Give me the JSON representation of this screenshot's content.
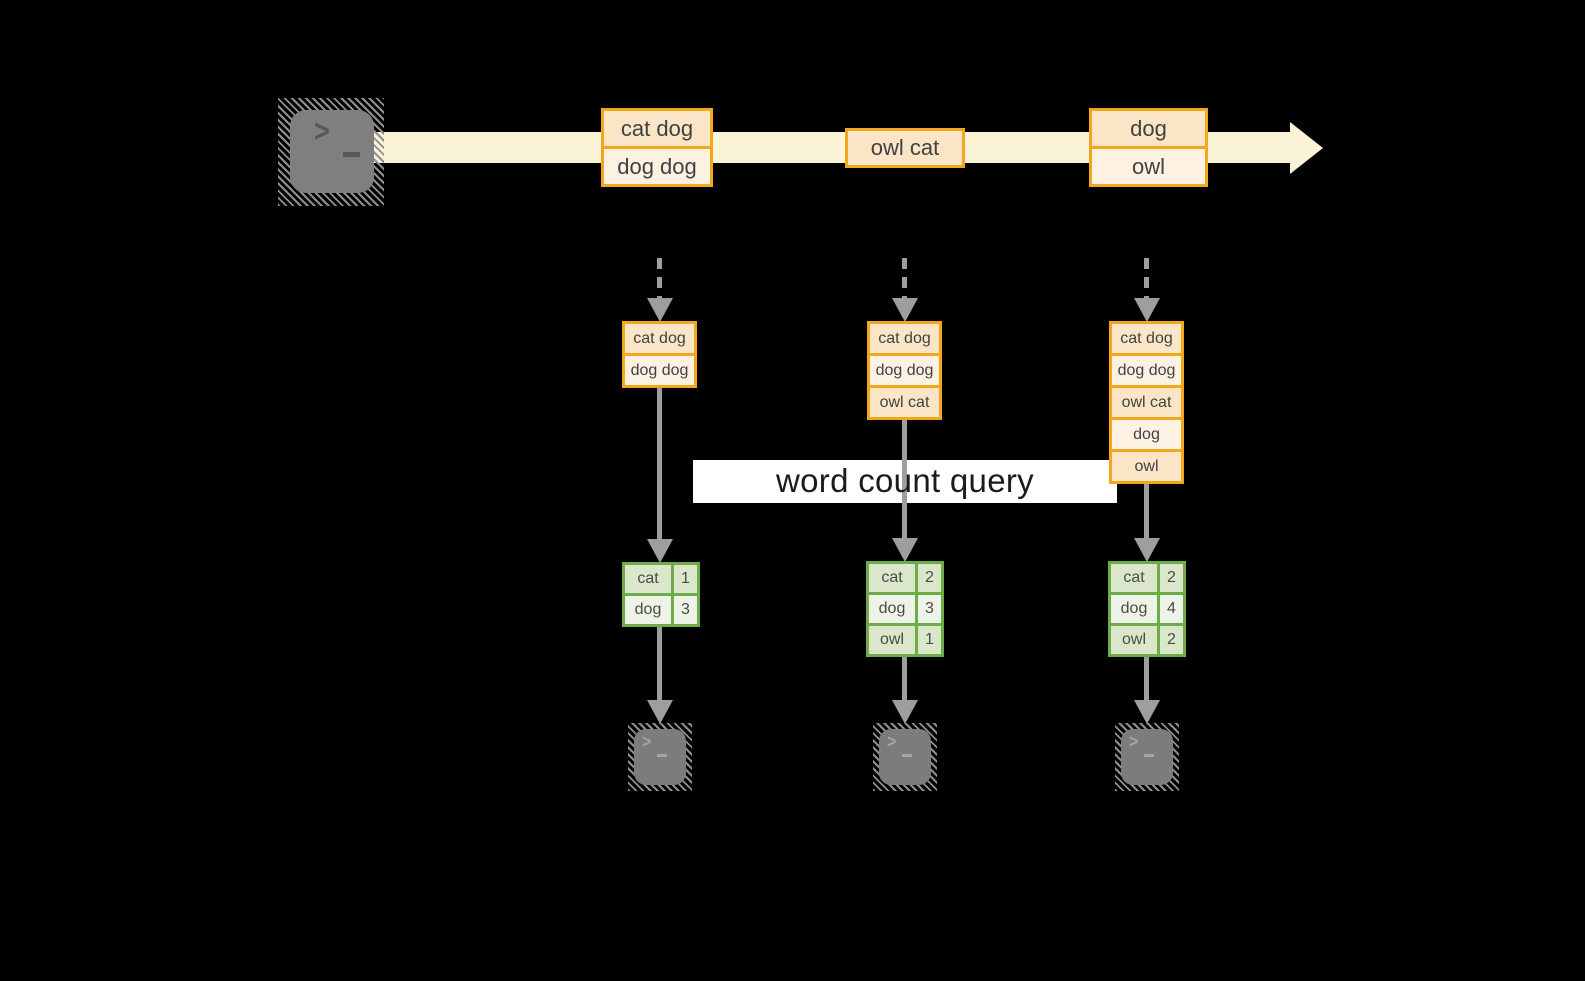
{
  "diagram_label": {
    "text": "word count query"
  },
  "terminal_glyph": ">",
  "timeline": {
    "events": [
      {
        "cells": [
          "cat dog",
          "dog dog"
        ]
      },
      {
        "cells": [
          "owl cat"
        ]
      },
      {
        "cells": [
          "dog",
          "owl"
        ]
      }
    ]
  },
  "columns": [
    {
      "buffer": [
        "cat dog",
        "dog dog"
      ],
      "counts": [
        {
          "word": "cat",
          "count": "1"
        },
        {
          "word": "dog",
          "count": "3"
        }
      ]
    },
    {
      "buffer": [
        "cat dog",
        "dog dog",
        "owl cat"
      ],
      "counts": [
        {
          "word": "cat",
          "count": "2"
        },
        {
          "word": "dog",
          "count": "3"
        },
        {
          "word": "owl",
          "count": "1"
        }
      ]
    },
    {
      "buffer": [
        "cat dog",
        "dog dog",
        "owl cat",
        "dog",
        "owl"
      ],
      "counts": [
        {
          "word": "cat",
          "count": "2"
        },
        {
          "word": "dog",
          "count": "4"
        },
        {
          "word": "owl",
          "count": "2"
        }
      ]
    }
  ],
  "colors": {
    "background": "#000000",
    "timeline_band": "#FAF3D5",
    "box_border_orange": "#F2A71F",
    "cell_peach_dark": "#FBE5C7",
    "cell_peach_light": "#FDF2E2",
    "table_border_green": "#6FAC49",
    "cell_green_dark": "#DBE7CB",
    "cell_green_light": "#EEF3E7",
    "arrow_gray": "#9E9E9E",
    "terminal_gray": "#7C7C7C",
    "label_background": "#FFFFFF",
    "label_text": "#1B1B1B"
  }
}
